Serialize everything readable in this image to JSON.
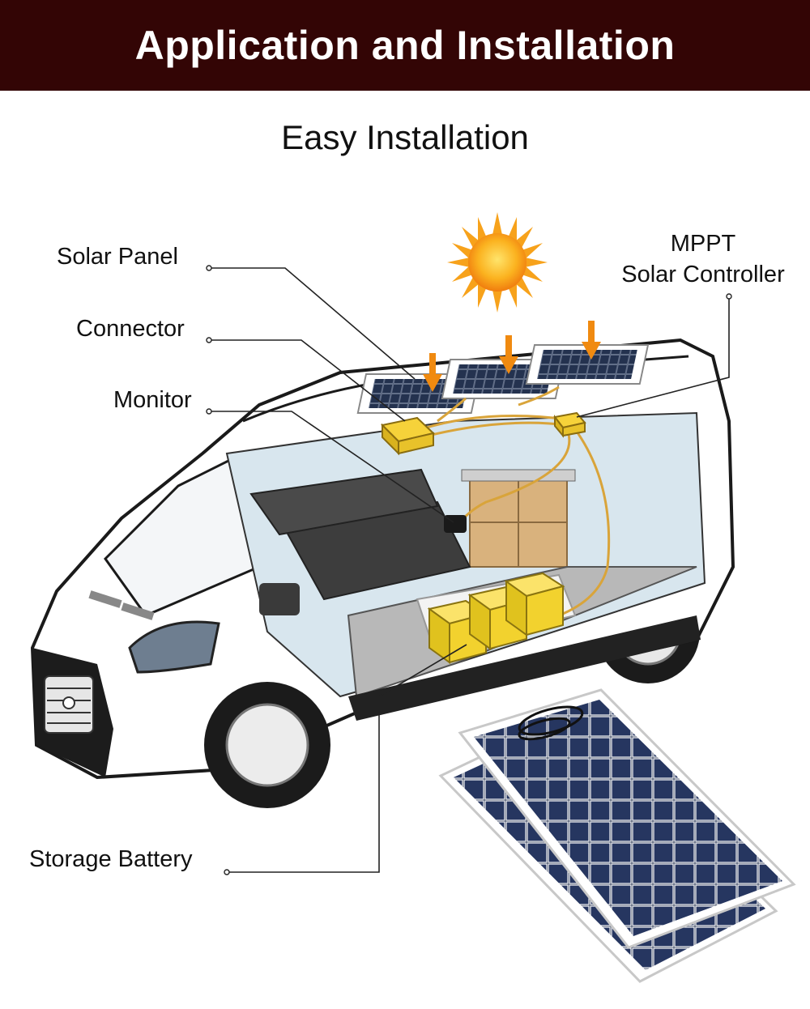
{
  "header": {
    "title": "Application and Installation"
  },
  "subtitle": "Easy Installation",
  "labels": {
    "solar_panel": "Solar Panel",
    "connector": "Connector",
    "monitor": "Monitor",
    "mppt_line1": "MPPT",
    "mppt_line2": "Solar Controller",
    "storage_battery": "Storage Battery"
  },
  "colors": {
    "header_bg": "#330505",
    "sun": "#f7a21b",
    "arrow": "#f08a10",
    "battery": "#f2d22e",
    "cable": "#d9a43a",
    "panel_cell": "#1d2a4a"
  },
  "icons": [
    "sun-icon",
    "down-arrow-icon",
    "solar-panel-icon",
    "battery-icon",
    "van-illustration"
  ]
}
